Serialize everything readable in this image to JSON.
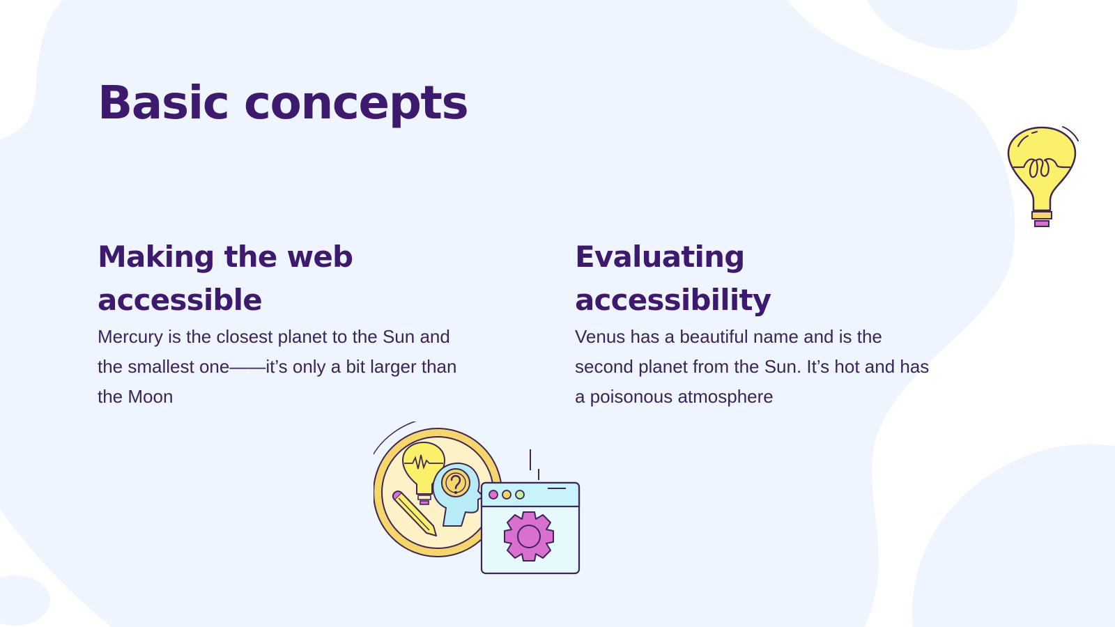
{
  "slide": {
    "title": "Basic concepts",
    "columns": [
      {
        "heading_line1": "Making the web",
        "heading_line2": "accessible",
        "body": "Mercury is the closest planet to the Sun and the smallest one——it’s only a bit larger than the Moon"
      },
      {
        "heading_line1": "Evaluating",
        "heading_line2": "accessibility",
        "body": "Venus has a beautiful name and is the second planet from the Sun. It’s hot and has a poisonous atmosphere"
      }
    ]
  },
  "illustrations": {
    "top_right": "lightbulb-icon",
    "bottom_center": "ideas-settings-illustration"
  },
  "colors": {
    "title": "#3d1a6e",
    "body_text": "#3a2458",
    "blob": "#eef5fe",
    "bulb_yellow": "#fbf06a",
    "ring_yellow": "#f5d66a",
    "gear_pink": "#d96fcf",
    "window_cyan": "#c8f3fb",
    "outline": "#3d2556"
  }
}
